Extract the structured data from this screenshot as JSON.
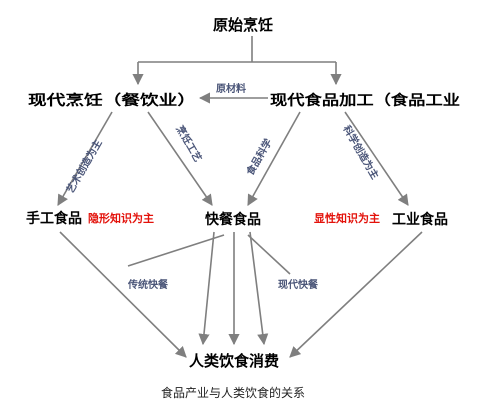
{
  "colors": {
    "arrow": "#7f7f7f",
    "node_text": "#000000",
    "edge_label_text": "#4a5578",
    "emphasis_text": "#e3120b"
  },
  "nodes": {
    "raw_cooking": "原始烹饪",
    "modern_cooking": "现代烹饪（餐饮业）",
    "modern_food_processing": "现代食品加工（食品工业",
    "handmade_food": "手工食品",
    "fast_food": "快餐食品",
    "industrial_food": "工业食品",
    "human_consumption": "人类饮食消费"
  },
  "notes": {
    "tacit_knowledge": "隐形知识为主",
    "explicit_knowledge": "显性知识为主"
  },
  "edge_labels": {
    "raw_material": "原材料",
    "art_creation": "艺术创造为主",
    "cooking_craft": "烹饪工艺",
    "food_science": "食品科学",
    "science_creation": "科学创造为主",
    "traditional_fast_food": "传统快餐",
    "modern_fast_food": "现代快餐"
  },
  "caption": "食品产业与人类饮食的关系"
}
